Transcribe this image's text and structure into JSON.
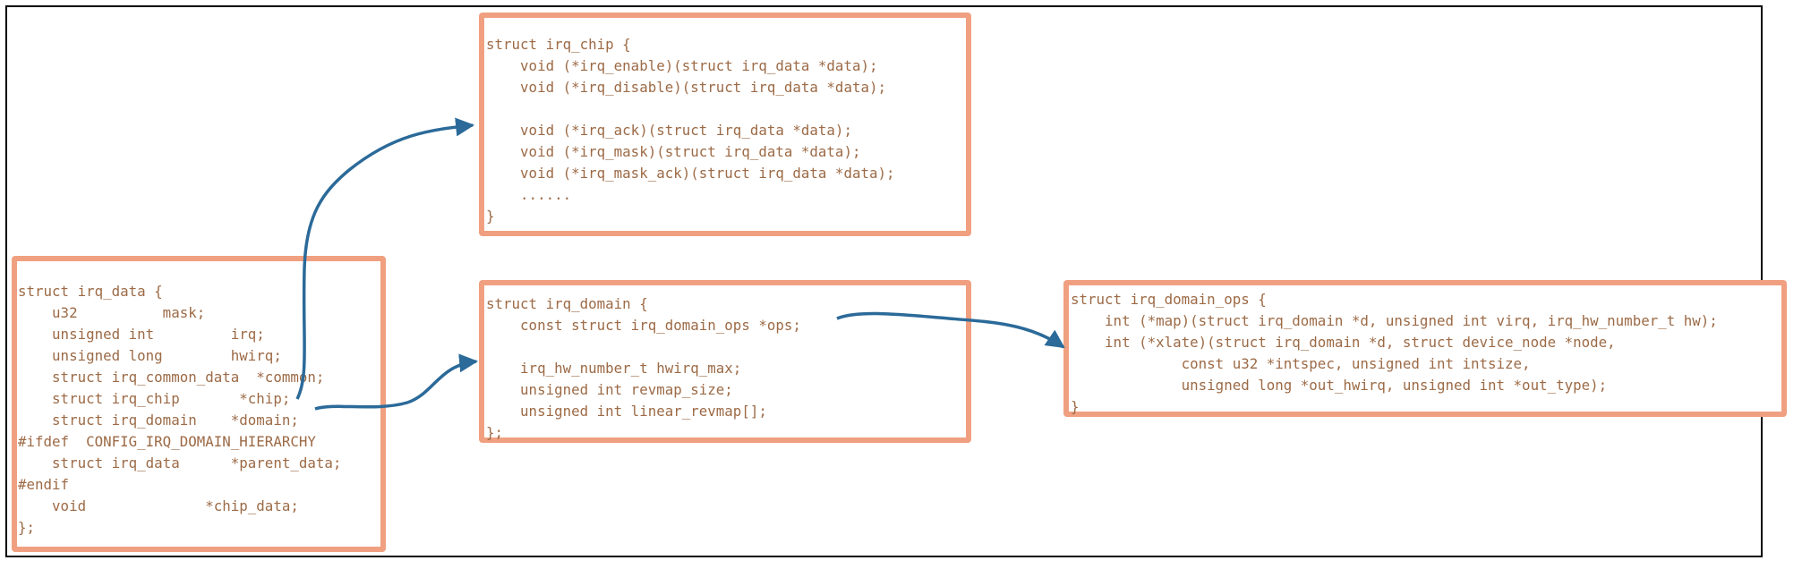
{
  "colors": {
    "box_border": "#f0a080",
    "code_text": "#9c6a46",
    "arrow": "#2b6a99"
  },
  "irq_data": {
    "lines": [
      "struct irq_data {",
      "    u32          mask;",
      "    unsigned int         irq;",
      "    unsigned long        hwirq;",
      "    struct irq_common_data  *common;",
      "    struct irq_chip       *chip;",
      "    struct irq_domain    *domain;",
      "#ifdef  CONFIG_IRQ_DOMAIN_HIERARCHY",
      "    struct irq_data      *parent_data;",
      "#endif",
      "    void              *chip_data;",
      "};"
    ]
  },
  "irq_chip": {
    "lines": [
      "struct irq_chip {",
      "    void (*irq_enable)(struct irq_data *data);",
      "    void (*irq_disable)(struct irq_data *data);",
      "",
      "    void (*irq_ack)(struct irq_data *data);",
      "    void (*irq_mask)(struct irq_data *data);",
      "    void (*irq_mask_ack)(struct irq_data *data);",
      "    ......",
      "}"
    ]
  },
  "irq_domain": {
    "lines": [
      "struct irq_domain {",
      "    const struct irq_domain_ops *ops;",
      "",
      "    irq_hw_number_t hwirq_max;",
      "    unsigned int revmap_size;",
      "    unsigned int linear_revmap[];",
      "};"
    ]
  },
  "irq_domain_ops": {
    "lines": [
      "struct irq_domain_ops {",
      "    int (*map)(struct irq_domain *d, unsigned int virq, irq_hw_number_t hw);",
      "    int (*xlate)(struct irq_domain *d, struct device_node *node,",
      "             const u32 *intspec, unsigned int intsize,",
      "             unsigned long *out_hwirq, unsigned int *out_type);",
      "}"
    ]
  }
}
